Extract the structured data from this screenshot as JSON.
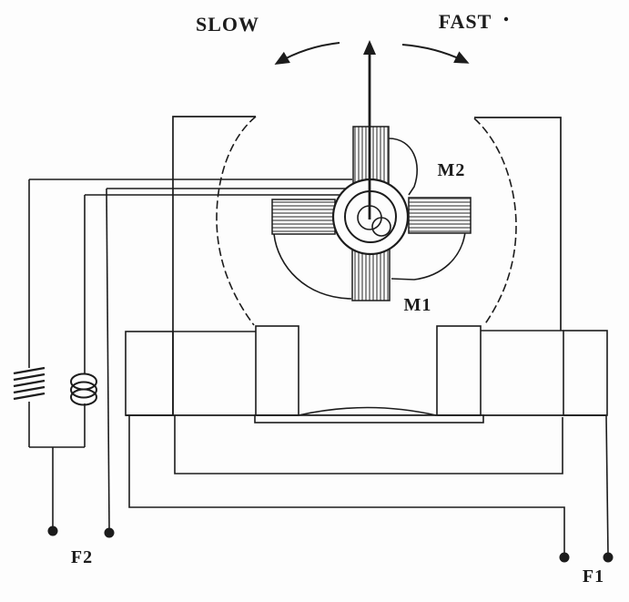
{
  "labels": {
    "slow": "SLOW",
    "fast": "FAST",
    "m2": "M2",
    "m1": "M1",
    "f2": "F2",
    "f1": "F1"
  },
  "colors": {
    "ink": "#1c1c1c",
    "stripe": "#7d7d7d",
    "hatch_dark": "#121212",
    "hatch_bg": "#bdbdbd",
    "paper": "#fdfdfd"
  }
}
